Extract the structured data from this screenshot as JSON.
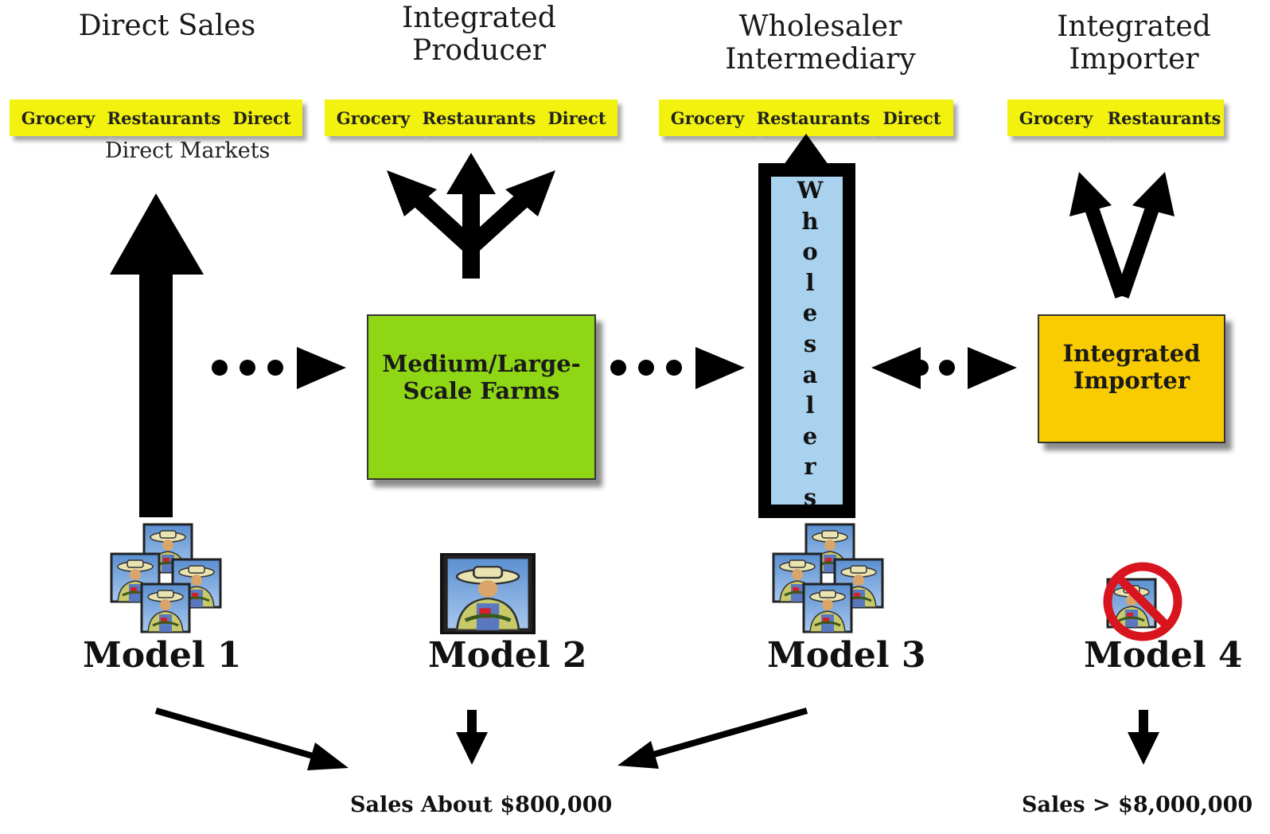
{
  "columns": [
    {
      "title": "Direct Sales",
      "segments": [
        "Grocery",
        "Restaurants",
        "Direct"
      ],
      "sublabel": "Direct Markets",
      "model": "Model 1"
    },
    {
      "title": "Integrated\nProducer",
      "segments": [
        "Grocery",
        "Restaurants",
        "Direct"
      ],
      "model": "Model 2"
    },
    {
      "title": "Wholesaler\nIntermediary",
      "segments": [
        "Grocery",
        "Restaurants",
        "Direct"
      ],
      "model": "Model 3"
    },
    {
      "title": "Integrated\nImporter",
      "segments": [
        "Grocery",
        "Restaurants"
      ],
      "model": "Model 4"
    }
  ],
  "boxes": {
    "farms": "Medium/Large-\nScale Farms",
    "wholesalers": "Wholesalers",
    "importer": "Integrated\nImporter"
  },
  "sales": {
    "left": "Sales About $800,000",
    "right": "Sales > $8,000,000"
  },
  "colors": {
    "market_yellow": "#f2f20e",
    "farms_green": "#8fd614",
    "wholesalers_blue": "#a9d2ee",
    "importer_gold": "#f8cc00",
    "arrow_black": "#000000",
    "prohibit_red": "#d8141e"
  },
  "icons": [
    "farmer-icon",
    "farmer-group-icon",
    "prohibited-icon"
  ]
}
